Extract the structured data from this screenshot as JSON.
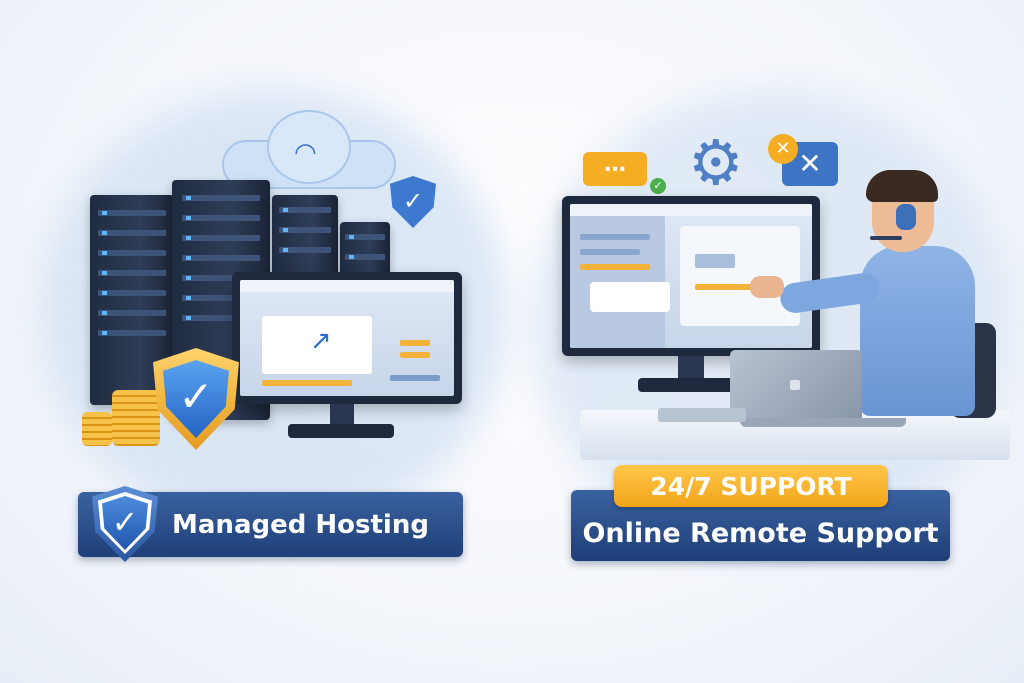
{
  "left_panel": {
    "banner_label": "Managed Hosting",
    "icons": [
      "cloud-wifi-icon",
      "shield-check-icon",
      "server-rack-icon",
      "coins-icon",
      "monitor-chart-icon"
    ]
  },
  "right_panel": {
    "badge_label": "24/7 SUPPORT",
    "banner_label": "Online Remote Support",
    "icons": [
      "chat-bubble-icon",
      "gear-icon",
      "tools-icon",
      "headset-icon",
      "laptop-icon"
    ]
  },
  "colors": {
    "banner_blue": "#2a4f8c",
    "badge_orange": "#f5ae24",
    "shield_gold": "#f2a93b",
    "accent_blue": "#4a8fe0"
  }
}
